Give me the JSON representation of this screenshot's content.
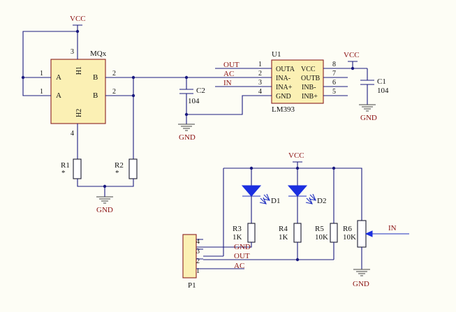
{
  "schematic": {
    "sensor": {
      "name": "MQx",
      "pins": {
        "a1": "1",
        "a2": "1",
        "b1": "2",
        "b2": "2",
        "h1": "3",
        "h2": "4"
      },
      "labels": {
        "a_top": "A",
        "a_bot": "A",
        "b_top": "B",
        "b_bot": "B",
        "h1": "H1",
        "h2": "H2"
      }
    },
    "comparator": {
      "ref": "U1",
      "part": "LM393",
      "left_pins": [
        "1",
        "2",
        "3",
        "4"
      ],
      "right_pins": [
        "8",
        "7",
        "6",
        "5"
      ],
      "inner_left": [
        "OUTA",
        "INA-",
        "INA+",
        "GND"
      ],
      "inner_right": [
        "VCC",
        "OUTB",
        "INB-",
        "INB+"
      ]
    },
    "nets": {
      "out": "OUT",
      "ac": "AC",
      "in": "IN",
      "in_right": "IN"
    },
    "power": {
      "vcc_top": "VCC",
      "vcc_u1": "VCC",
      "vcc_leds": "VCC",
      "gnd_c2": "GND",
      "gnd_c1": "GND",
      "gnd_r": "GND",
      "gnd_r6": "GND",
      "gnd_p1": "GND"
    },
    "components": {
      "c1": {
        "ref": "C1",
        "value": "104"
      },
      "c2": {
        "ref": "C2",
        "value": "104"
      },
      "r1": {
        "ref": "R1",
        "value": "*"
      },
      "r2": {
        "ref": "R2",
        "value": "*"
      },
      "r3": {
        "ref": "R3",
        "value": "1K"
      },
      "r4": {
        "ref": "R4",
        "value": "1K"
      },
      "r5": {
        "ref": "R5",
        "value": "10K"
      },
      "r6": {
        "ref": "R6",
        "value": "10K"
      },
      "d1": {
        "ref": "D1"
      },
      "d2": {
        "ref": "D2"
      }
    },
    "connector": {
      "ref": "P1",
      "pins": [
        "4",
        "3",
        "2",
        "1"
      ],
      "nets": [
        "GND",
        "OUT",
        "AC"
      ]
    }
  }
}
